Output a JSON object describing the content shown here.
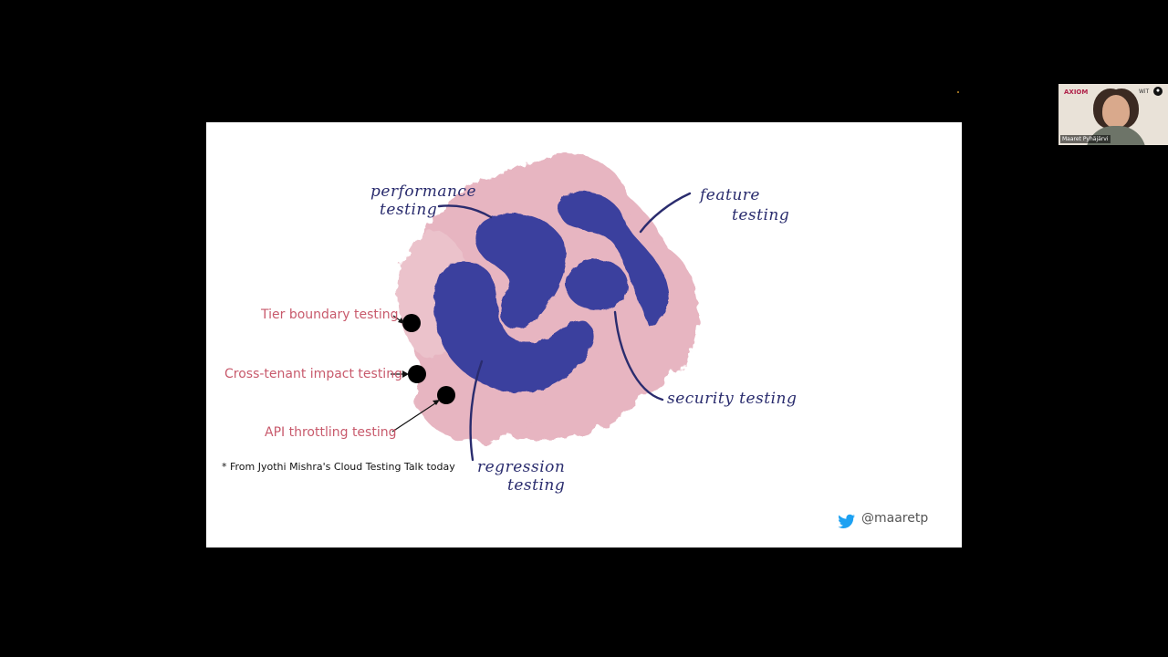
{
  "slide": {
    "left_labels": {
      "tier": "Tier boundary testing",
      "cross_tenant": "Cross-tenant impact testing",
      "api": "API throttling testing"
    },
    "hand_labels": {
      "performance_1": "performance",
      "performance_2": "testing",
      "feature_1": "feature",
      "feature_2": "testing",
      "security": "security testing",
      "regression_1": "regression",
      "regression_2": "testing"
    },
    "footnote": "* From Jyothi Mishra's Cloud Testing Talk today",
    "twitter_handle": "@maaretp"
  },
  "webcam": {
    "logo": "AXIOM",
    "badge": "WiT",
    "name": "Maaret Pyhäjärvi"
  },
  "colors": {
    "background": "#000000",
    "slide_bg": "#ffffff",
    "blob_blue": "#3a3f9e",
    "cloud_pink": "#e3a9b7",
    "label_red": "#c85a6c",
    "hand_ink": "#2a2c6e",
    "twitter_blue": "#1da1f2"
  }
}
